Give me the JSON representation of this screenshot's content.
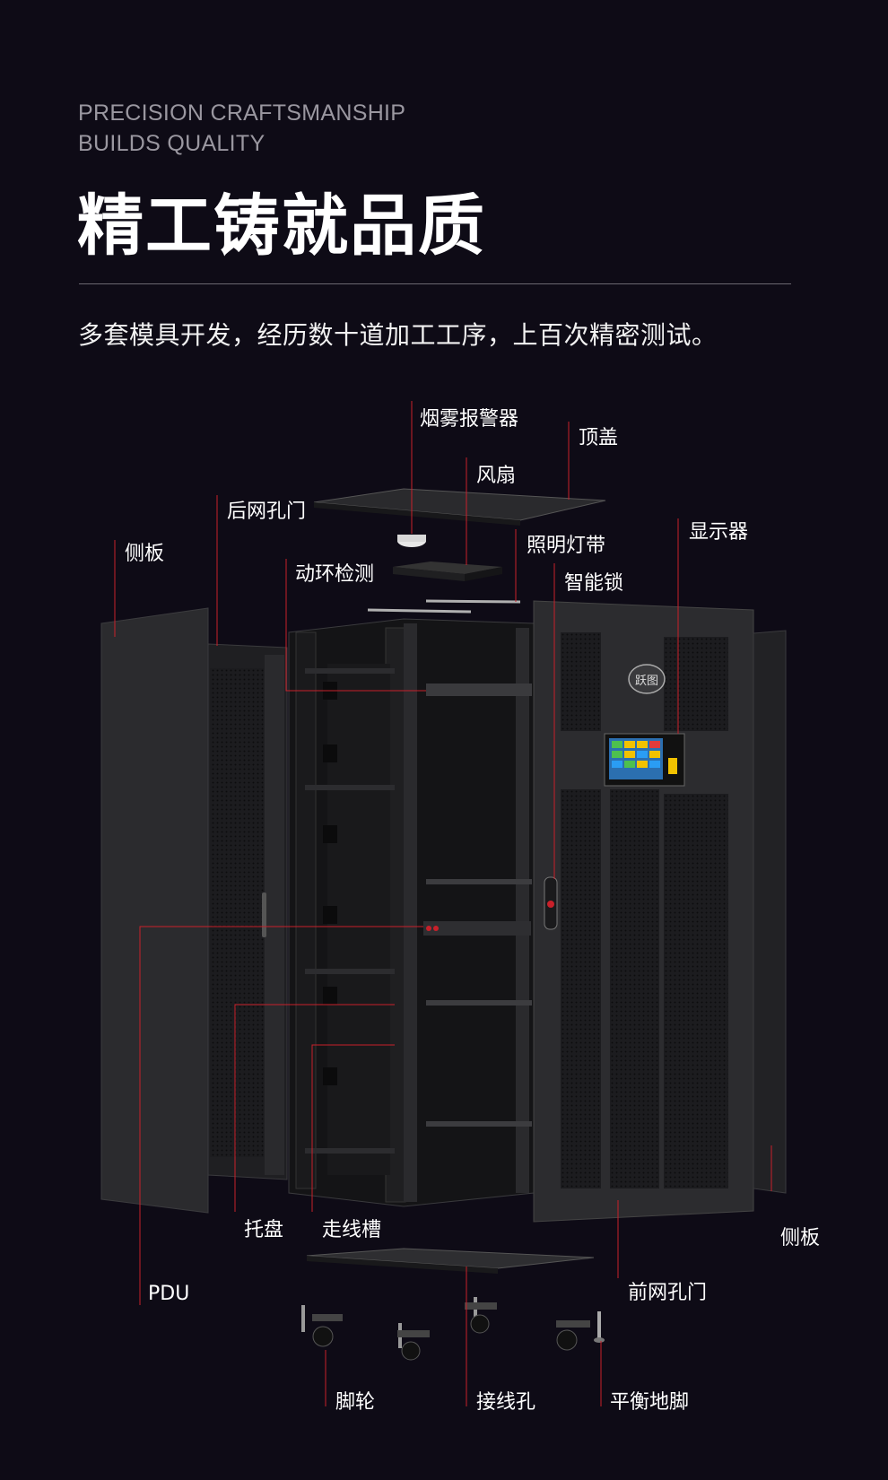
{
  "header": {
    "tagline_line1": "PRECISION CRAFTSMANSHIP",
    "tagline_line2": "BUILDS QUALITY",
    "title": "精工铸就品质",
    "subtitle": "多套模具开发，经历数十道加工工序，上百次精密测试。"
  },
  "colors": {
    "accent_line": "#c8202a",
    "background": "#0e0b16",
    "panel": "#262629"
  },
  "brand": {
    "logo_text": "跃图"
  },
  "labels": {
    "smoke_alarm": "烟雾报警器",
    "top_cover": "顶盖",
    "fan": "风扇",
    "rear_mesh_door": "后网孔门",
    "side_panel_left": "侧板",
    "lighting_strip": "照明灯带",
    "display": "显示器",
    "env_monitor": "动环检测",
    "smart_lock": "智能锁",
    "tray": "托盘",
    "cable_trough": "走线槽",
    "side_panel_right": "侧板",
    "pdu": "PDU",
    "front_mesh_door": "前网孔门",
    "caster": "脚轮",
    "cable_hole": "接线孔",
    "leveling_foot": "平衡地脚"
  }
}
